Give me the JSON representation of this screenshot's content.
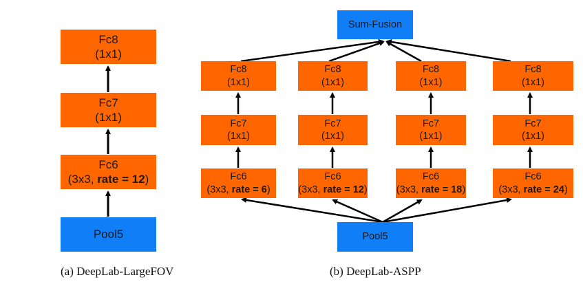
{
  "colors": {
    "layer": "#ff6600",
    "io": "#0f7ef7",
    "arrow": "#000000"
  },
  "panel_a": {
    "caption": "(a) DeepLab-LargeFOV",
    "fc8": {
      "name": "Fc8",
      "detail": "(1x1)"
    },
    "fc7": {
      "name": "Fc7",
      "detail": "(1x1)"
    },
    "fc6": {
      "name": "Fc6",
      "detail_prefix": "(3x3, ",
      "detail_bold": "rate = 12",
      "detail_suffix": ")"
    },
    "pool5": {
      "name": "Pool5"
    }
  },
  "panel_b": {
    "caption": "(b) DeepLab-ASPP",
    "sum_fusion": {
      "name": "Sum-Fusion"
    },
    "pool5": {
      "name": "Pool5"
    },
    "branches": [
      {
        "fc8": {
          "name": "Fc8",
          "detail": "(1x1)"
        },
        "fc7": {
          "name": "Fc7",
          "detail": "(1x1)"
        },
        "fc6": {
          "name": "Fc6",
          "detail_prefix": "(3x3, ",
          "detail_bold": "rate = 6",
          "detail_suffix": ")"
        }
      },
      {
        "fc8": {
          "name": "Fc8",
          "detail": "(1x1)"
        },
        "fc7": {
          "name": "Fc7",
          "detail": "(1x1)"
        },
        "fc6": {
          "name": "Fc6",
          "detail_prefix": "(3x3, ",
          "detail_bold": "rate = 12",
          "detail_suffix": ")"
        }
      },
      {
        "fc8": {
          "name": "Fc8",
          "detail": "(1x1)"
        },
        "fc7": {
          "name": "Fc7",
          "detail": "(1x1)"
        },
        "fc6": {
          "name": "Fc6",
          "detail_prefix": "(3x3, ",
          "detail_bold": "rate = 18",
          "detail_suffix": ")"
        }
      },
      {
        "fc8": {
          "name": "Fc8",
          "detail": "(1x1)"
        },
        "fc7": {
          "name": "Fc7",
          "detail": "(1x1)"
        },
        "fc6": {
          "name": "Fc6",
          "detail_prefix": "(3x3, ",
          "detail_bold": "rate = 24",
          "detail_suffix": ")"
        }
      }
    ]
  }
}
